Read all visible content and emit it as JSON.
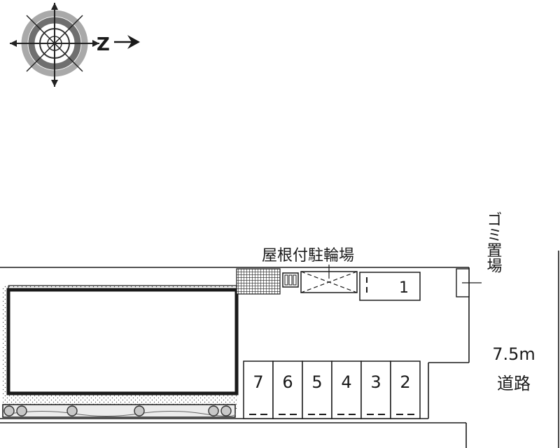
{
  "compass": {
    "north_label": "Z",
    "icon": "compass-rose-icon"
  },
  "labels": {
    "bicycle_parking": "屋根付駐輪場",
    "garbage_area": "ゴミ置場",
    "road_width": "7.5m",
    "road_name": "道路"
  },
  "parking_spaces": [
    "1",
    "2",
    "3",
    "4",
    "5",
    "6",
    "7"
  ],
  "colors": {
    "line": "#1a1a1a",
    "hedge": "#c8c8c8",
    "compass_ring": "#a0a0a0"
  }
}
